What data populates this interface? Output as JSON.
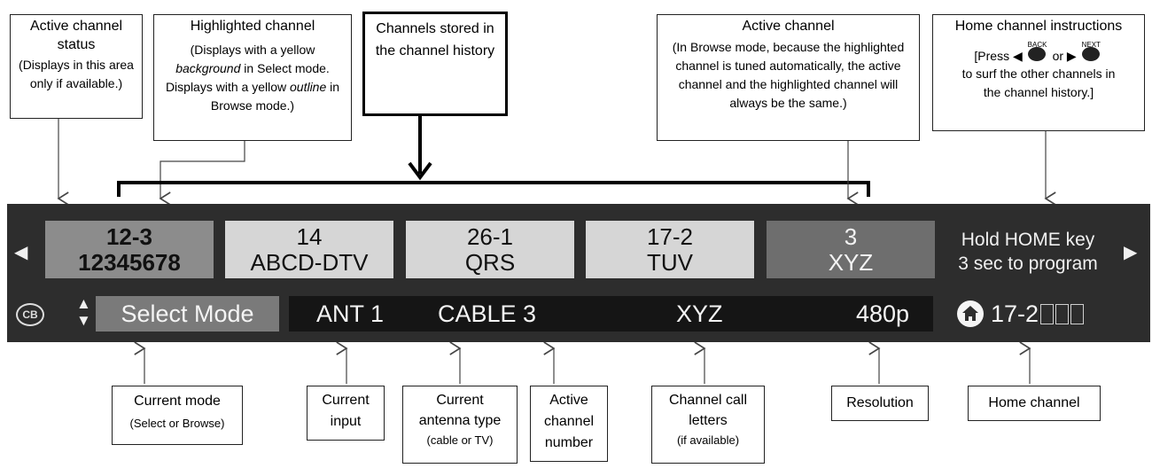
{
  "callouts_top": {
    "active_status": {
      "title": "Active channel status",
      "body": "(Displays in this area only if available.)"
    },
    "highlighted": {
      "title": "Highlighted channel",
      "body_1": "(Displays with a yellow",
      "body_2_italic": "background",
      "body_2_rest": " in Select mode. Displays with a yellow ",
      "body_3_italic": "outline",
      "body_3_rest": " in Browse mode.)"
    },
    "history": {
      "title": "Channels stored in the channel history"
    },
    "active_channel": {
      "title": "Active channel",
      "body": "(In Browse mode, because the highlighted channel is tuned automatically, the active channel and the highlighted channel will always be the same.)"
    },
    "home_instructions": {
      "title": "Home channel instructions",
      "press": "[Press",
      "back_label": "BACK",
      "or": "or",
      "next_label": "NEXT",
      "body": "to surf the other channels in the channel history.]"
    }
  },
  "banner": {
    "channels": [
      {
        "number": "12-3",
        "call": "12345678",
        "state": "highlight"
      },
      {
        "number": "14",
        "call": "ABCD-DTV",
        "state": "light"
      },
      {
        "number": "26-1",
        "call": "QRS",
        "state": "light"
      },
      {
        "number": "17-2",
        "call": "TUV",
        "state": "light"
      },
      {
        "number": "3",
        "call": "XYZ",
        "state": "active"
      }
    ],
    "home_hint_1": "Hold HOME key",
    "home_hint_2": "3 sec to program",
    "cb_label": "CB",
    "mode": "Select Mode",
    "input": "ANT 1",
    "antenna": "CABLE 3",
    "call_letters": "XYZ",
    "resolution": "480p",
    "home_channel": "17-2"
  },
  "callouts_bottom": {
    "current_mode": {
      "title": "Current mode",
      "sub": "(Select or Browse)"
    },
    "current_input": {
      "title": "Current input"
    },
    "antenna_type": {
      "title": "Current antenna type",
      "sub": "(cable or TV)"
    },
    "active_number": {
      "title": "Active channel number"
    },
    "call_letters": {
      "title": "Channel call letters",
      "sub": "(if available)"
    },
    "resolution": {
      "title": "Resolution"
    },
    "home_channel": {
      "title": "Home channel"
    }
  },
  "colors": {
    "bar_bg": "#2d2d2d",
    "highlight_tile": "#8c8c8c",
    "light_tile": "#d6d6d6",
    "active_tile": "#6e6e6e",
    "mode_box": "#7a7a7a"
  }
}
